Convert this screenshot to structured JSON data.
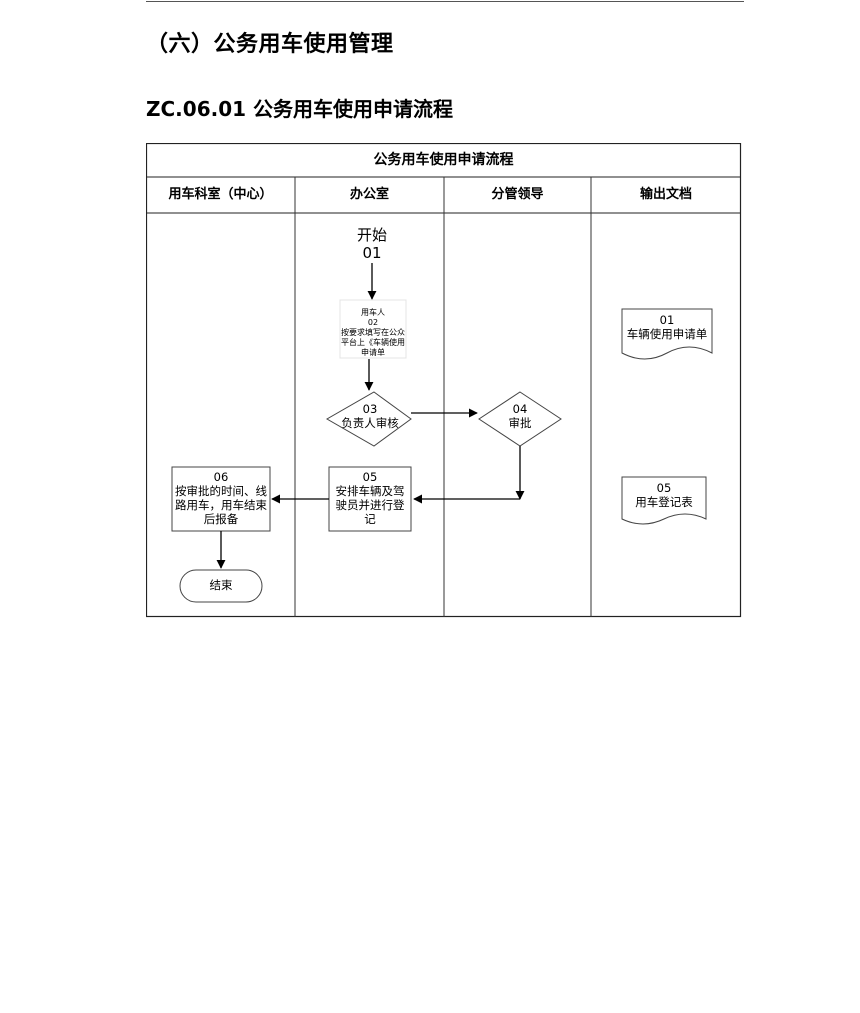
{
  "section_title": "（六）公务用车使用管理",
  "procedure_title": "ZC.06.01 公务用车使用申请流程",
  "flowchart": {
    "title": "公务用车使用申请流程",
    "lanes": [
      "用车科室（中心）",
      "办公室",
      "分管领导",
      "输出文档"
    ],
    "start": {
      "label": "开始",
      "code": "01"
    },
    "step02": {
      "actor": "用车人",
      "code": "02",
      "text": "按要求填写在公众平台上《车辆使用申请单"
    },
    "step03": {
      "code": "03",
      "text": "负责人审核"
    },
    "step04": {
      "code": "04",
      "text": "审批"
    },
    "step05": {
      "code": "05",
      "text": "安排车辆及驾驶员并进行登记"
    },
    "step06": {
      "code": "06",
      "text": "按审批的时间、线路用车，用车结束后报备"
    },
    "end": {
      "label": "结束"
    },
    "doc01": {
      "code": "01",
      "text": "车辆使用申请单"
    },
    "doc05": {
      "code": "05",
      "text": "用车登记表"
    }
  }
}
